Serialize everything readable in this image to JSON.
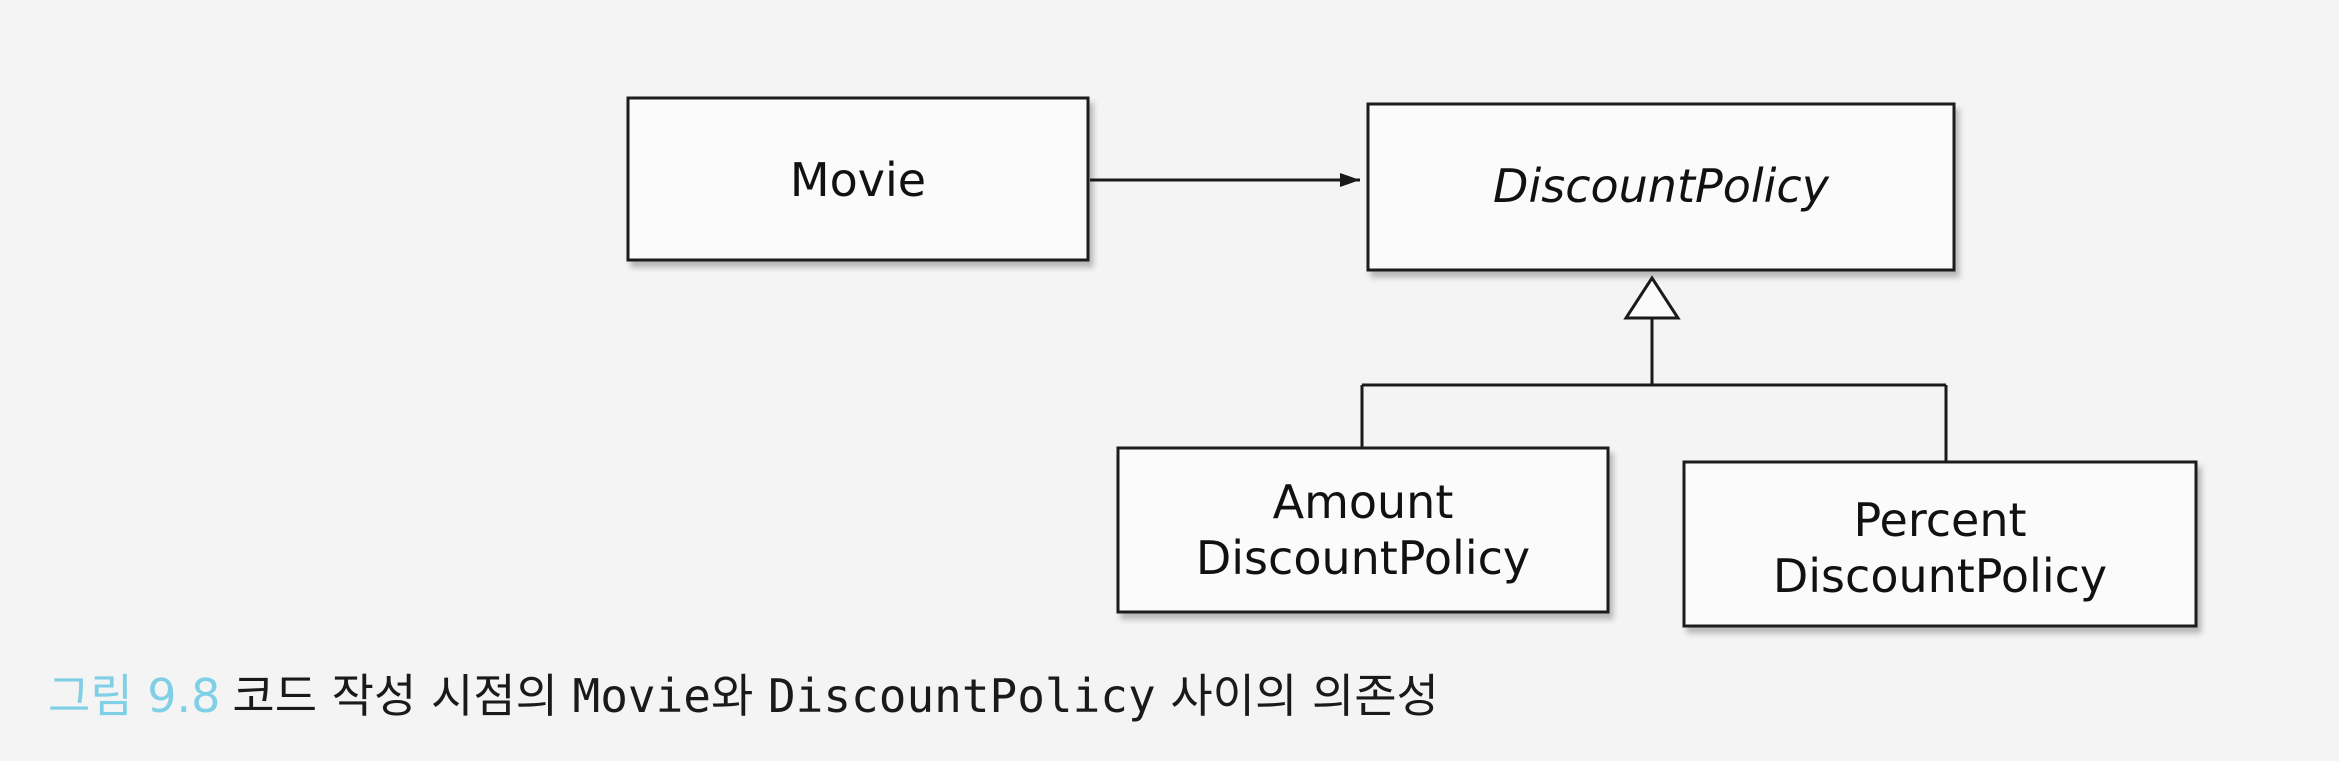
{
  "nodes": {
    "movie": "Movie",
    "discount_policy": "DiscountPolicy",
    "amount_line1": "Amount",
    "amount_line2": "DiscountPolicy",
    "percent_line1": "Percent",
    "percent_line2": "DiscountPolicy"
  },
  "caption": {
    "figure_label": "그림 9.8",
    "part1": "코드 작성 시점의 ",
    "movie": "Movie",
    "part2": "와 ",
    "discount_policy": "DiscountPolicy",
    "part3": " 사이의 의존성"
  }
}
